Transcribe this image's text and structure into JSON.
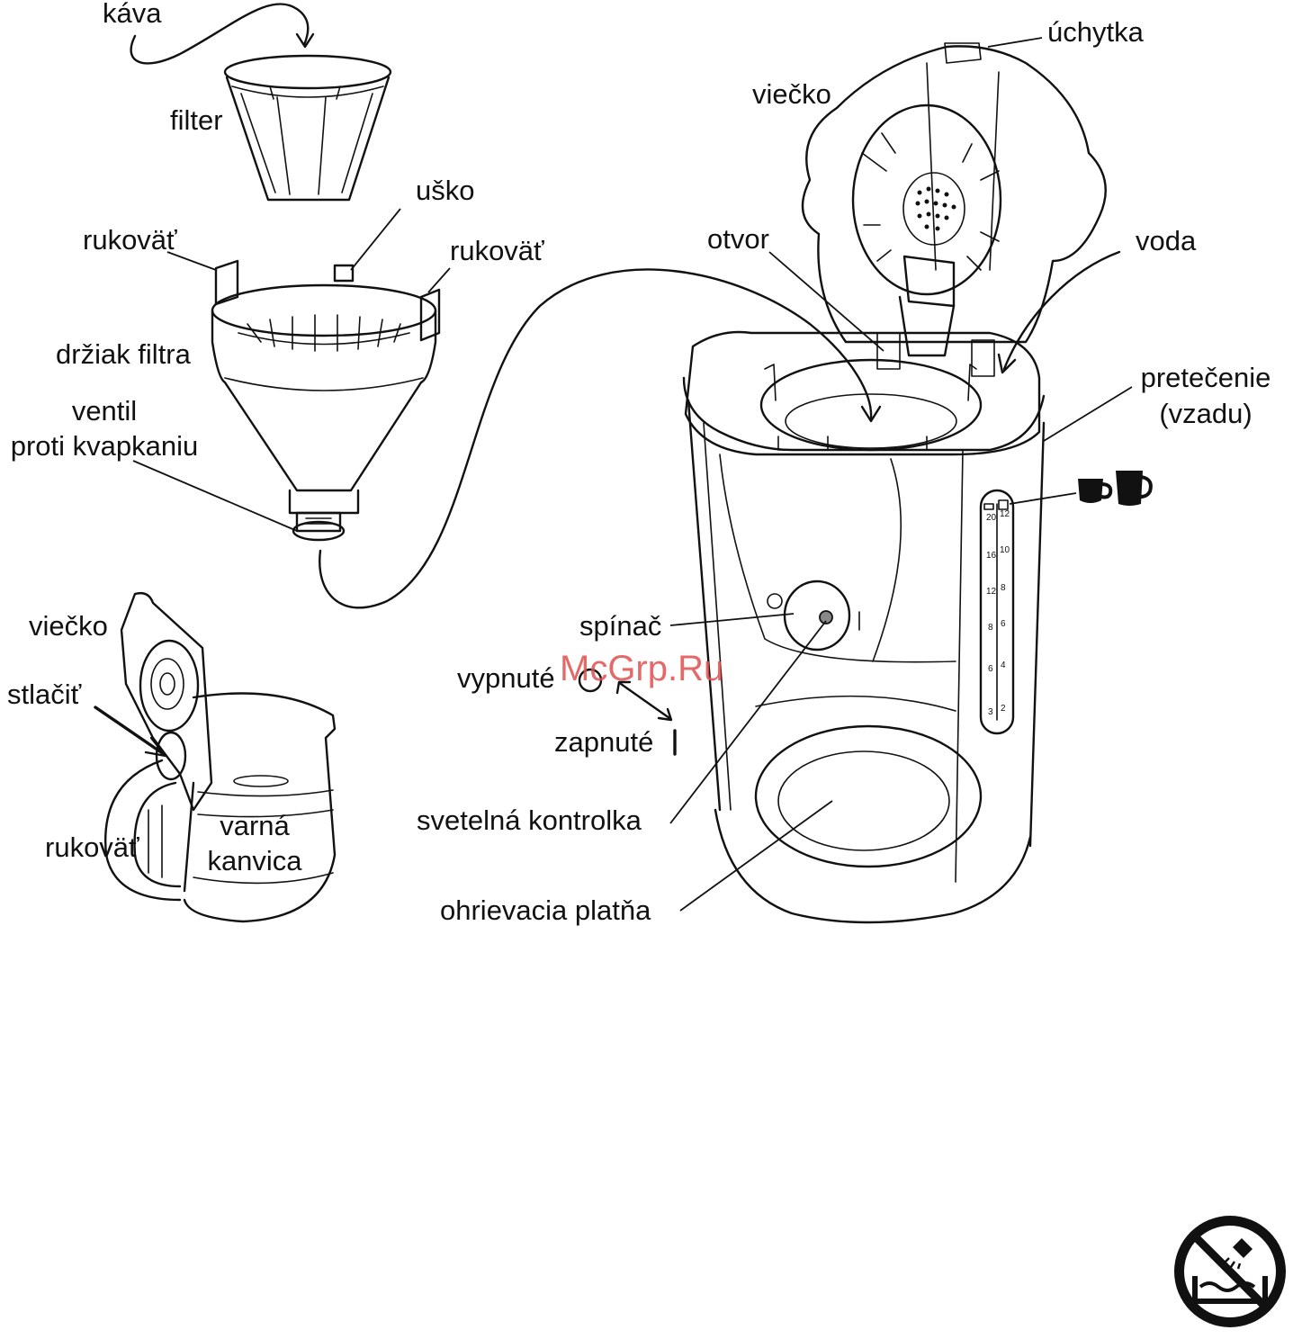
{
  "labels": {
    "kava": "káva",
    "filter": "filter",
    "usko": "uško",
    "rukovat_left": "rukoväť",
    "rukovat_right": "rukoväť",
    "drziak_filtra": "držiak filtra",
    "ventil_line1": "ventil",
    "ventil_line2": "proti kvapkaniu",
    "viecko_jug": "viečko",
    "stlacit": "stlačiť",
    "rukovat_jug": "rukoväť",
    "varna_line1": "varná",
    "varna_line2": "kanvica",
    "uchytka": "úchytka",
    "viecko_top": "viečko",
    "otvor": "otvor",
    "voda": "voda",
    "pretecenie_line1": "pretečenie",
    "pretecenie_line2": "(vzadu)",
    "spinac": "spínač",
    "vypnute": "vypnuté",
    "zapnute": "zapnuté",
    "svetelna_kontrolka": "svetelná kontrolka",
    "ohrievacia_platna": "ohrievacia platňa"
  },
  "water_scale": {
    "left": [
      "20",
      "16",
      "12",
      "8",
      "6",
      "3"
    ],
    "right": [
      "12",
      "10",
      "8",
      "6",
      "4",
      "2"
    ]
  },
  "watermark": "McGrp.Ru",
  "icons": [
    "small-cup-icon",
    "large-cup-icon",
    "no-immersion-icon"
  ],
  "colors": {
    "line": "#111111",
    "watermark": "#e05050",
    "background": "#ffffff"
  }
}
